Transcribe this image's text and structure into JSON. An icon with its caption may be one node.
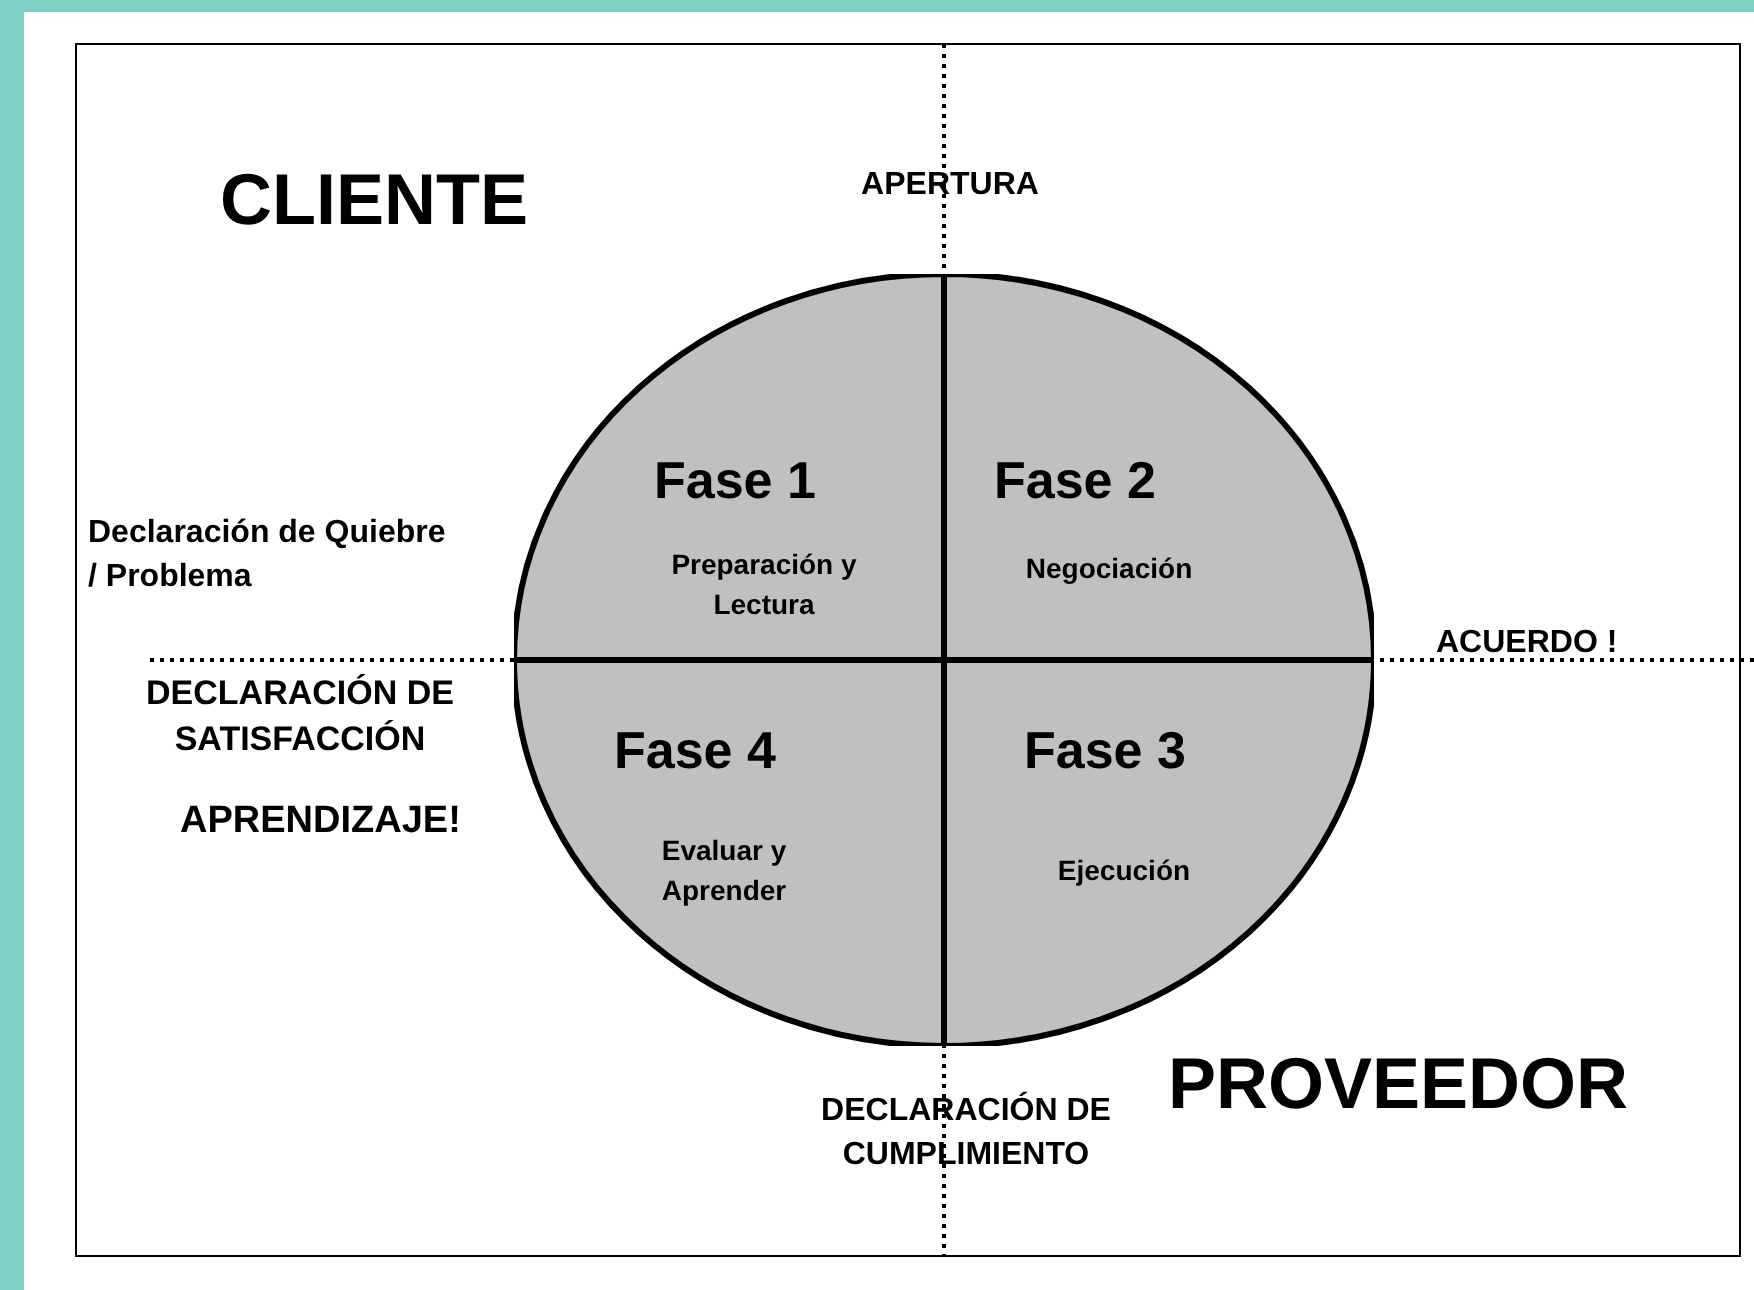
{
  "diagram": {
    "nodes": [
      {
        "text": [
          "Fase 1",
          "Preparación y Lectura"
        ]
      },
      {
        "text": [
          "Fase 2",
          "Negociación"
        ]
      },
      {
        "text": [
          "Fase 4",
          "Evaluar y Aprender"
        ]
      },
      {
        "text": [
          "Fase 3",
          "Ejecución"
        ]
      }
    ],
    "labels": [
      "CLIENTE",
      "APERTURA",
      "Declaración de Quiebre / Problema",
      "ACUERDO !",
      "DECLARACIÓN DE SATISFACCIÓN",
      "APRENDIZAJE!",
      "PROVEEDOR",
      "DECLARACIÓN DE CUMPLIMIENTO"
    ]
  }
}
